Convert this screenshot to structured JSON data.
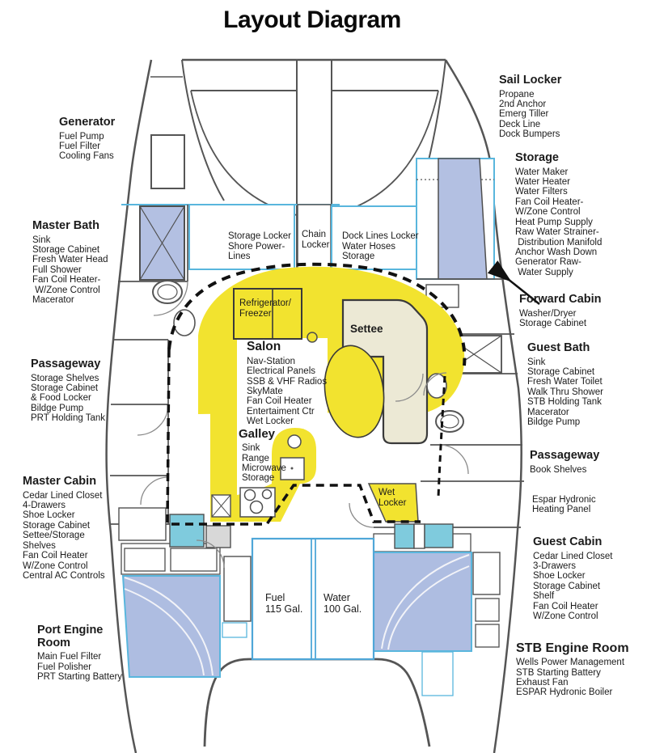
{
  "title": "Layout Diagram",
  "colors": {
    "salon_yellow": "#F2E32F",
    "settee_cream": "#ECE9D5",
    "bed_blue": "#AEBDE1",
    "shower_blue": "#B3C0E2",
    "teal_box": "#7FCBDD",
    "cyan_outline": "#59B6DD",
    "tank_outline": "#4FA7D8",
    "hull_line": "#555555",
    "text": "#1B1B1B"
  },
  "sections": {
    "generator": {
      "heading": "Generator",
      "body": "Fuel Pump\nFuel Filter\nCooling Fans"
    },
    "master_bath": {
      "heading": "Master Bath",
      "body": "Sink\nStorage Cabinet\nFresh Water Head\nFull Shower\nFan Coil Heater-\n W/Zone Control\nMacerator"
    },
    "passageway_port": {
      "heading": "Passageway",
      "body": "Storage Shelves\nStorage Cabinet\n& Food Locker\nBildge Pump\nPRT Holding Tank"
    },
    "master_cabin": {
      "heading": "Master Cabin",
      "body": "Cedar Lined Closet\n4-Drawers\nShoe Locker\nStorage Cabinet\nSettee/Storage\nShelves\nFan Coil Heater\nW/Zone Control\nCentral AC Controls"
    },
    "port_engine_room": {
      "heading": "Port Engine\nRoom",
      "body": "Main Fuel Filter\nFuel Polisher\nPRT Starting Battery"
    },
    "sail_locker": {
      "heading": "Sail Locker",
      "body": "Propane\n2nd Anchor\nEmerg Tiller\nDeck Line\nDock Bumpers"
    },
    "storage_stb": {
      "heading": "Storage",
      "body": "Water Maker\nWater Heater\nWater Filters\nFan Coil Heater-\nW/Zone Control\nHeat Pump Supply\nRaw Water Strainer-\n Distribution Manifold\nAnchor Wash Down\nGenerator Raw-\n Water Supply"
    },
    "forward_cabin": {
      "heading": "Forward Cabin",
      "body": "Washer/Dryer\nStorage Cabinet"
    },
    "guest_bath": {
      "heading": "Guest Bath",
      "body": "Sink\nStorage Cabinet\nFresh Water Toilet\nWalk Thru Shower\nSTB Holding Tank\nMacerator\nBildge Pump"
    },
    "passageway_stb": {
      "heading": "Passageway",
      "body": "Book Shelves"
    },
    "espar_panel": {
      "body": "Espar Hydronic\nHeating Panel"
    },
    "guest_cabin": {
      "heading": "Guest Cabin",
      "body": "Cedar Lined Closet\n3-Drawers\nShoe Locker\nStorage Cabinet\nShelf\nFan Coil Heater\nW/Zone Control"
    },
    "stb_engine_room": {
      "heading": "STB Engine Room",
      "body": "Wells Power Management\nSTB Starting Battery\nExhaust Fan\nESPAR Hydronic Boiler"
    },
    "salon": {
      "heading": "Salon",
      "body": "Nav-Station\nElectrical Panels\nSSB & VHF Radios\nSkyMate\nFan Coil Heater\nEntertaiment Ctr\nWet Locker"
    },
    "galley": {
      "heading": "Galley",
      "body": "Sink\nRange\nMicrowave\nStorage"
    }
  },
  "plan_labels": {
    "storage_locker": "Storage Locker\nShore Power-\nLines",
    "chain_locker": "Chain\nLocker",
    "dock_lines_locker": "Dock Lines Locker\nWater Hoses\nStorage",
    "refrigerator": "Refrigerator/\nFreezer",
    "settee": "Settee",
    "wet_locker": "Wet\nLocker",
    "fuel_tank": "Fuel\n115 Gal.",
    "water_tank": "Water\n100 Gal."
  }
}
